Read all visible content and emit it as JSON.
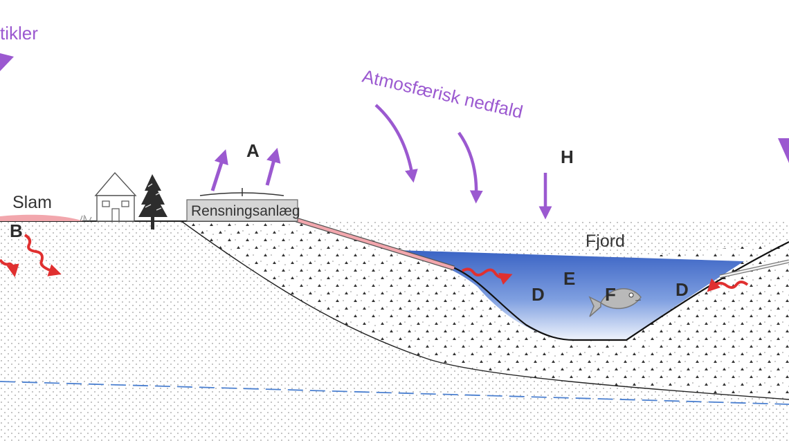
{
  "labels": {
    "top_left_fragment": "tikler",
    "atmospheric": "Atmosfærisk nedfald",
    "sludge": "Slam",
    "plant": "Rensningsanlæg",
    "fjord": "Fjord"
  },
  "letters": {
    "a": "A",
    "b": "B",
    "d_left": "D",
    "d_right": "D",
    "e": "E",
    "f": "F",
    "h": "H"
  },
  "colors": {
    "purple": "#9b59d0",
    "red": "#e03030",
    "water_dark": "#3a63c4",
    "water_light": "#eaf0fb",
    "sludge_pink": "#f2a7ad",
    "groundwater_line": "#4a7fd0"
  },
  "icons": [
    "house-icon",
    "tree-icon",
    "fish-icon"
  ]
}
